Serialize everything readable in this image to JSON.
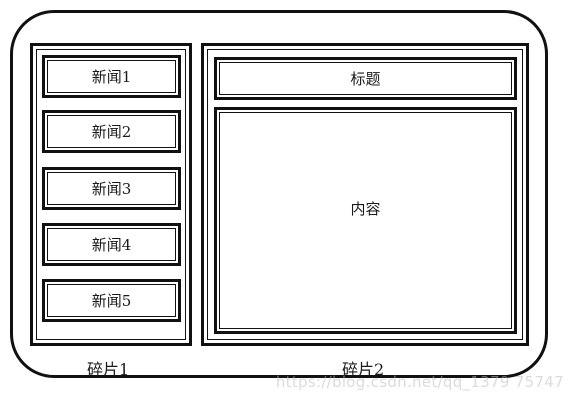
{
  "fragment1": {
    "news_items": [
      "新闻1",
      "新闻2",
      "新闻3",
      "新闻4",
      "新闻5"
    ],
    "caption": "碎片1"
  },
  "fragment2": {
    "title": "标题",
    "content": "内容",
    "caption": "碎片2"
  },
  "watermark": "https://blog.csdn.net/qq_1379 75747"
}
